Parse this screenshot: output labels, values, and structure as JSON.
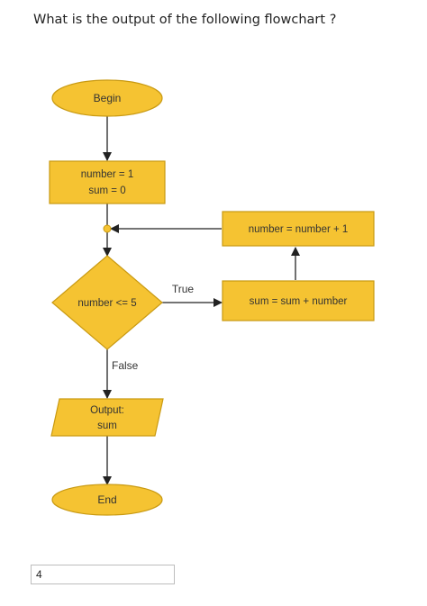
{
  "question": {
    "text": "What is the output of the following flowchart ?"
  },
  "flowchart": {
    "begin": "Begin",
    "init_line1": "number  = 1",
    "init_line2": "sum = 0",
    "update_number": "number = number + 1",
    "condition": "number <= 5",
    "true_label": "True",
    "accumulate": "sum = sum + number",
    "false_label": "False",
    "output_line1": "Output:",
    "output_line2": "sum",
    "end": "End",
    "colors": {
      "fill": "#f5c332",
      "stroke": "#c99a12",
      "arrow": "#222222"
    }
  },
  "answer": {
    "value": "4"
  }
}
